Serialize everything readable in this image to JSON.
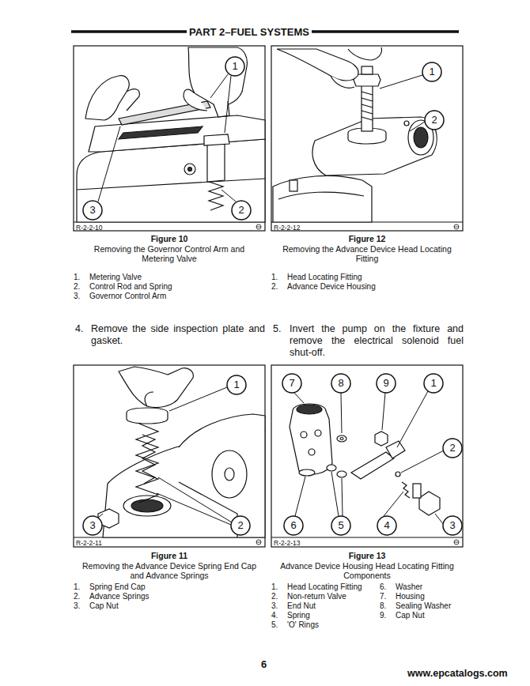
{
  "diagram": {
    "title": "PART 2–FUEL SYSTEMS",
    "labels": [
      "1",
      "3",
      "2",
      "R-2-2-10",
      "Figure 10",
      "Removing the Governor Control Arm and Metering Valve",
      "1.",
      "Metering Valve",
      "2.",
      "Control Rod and Spring",
      "3.",
      "Governor Control Arm",
      "1",
      "2",
      "R-2-2-12",
      "Figure 12",
      "Removing the Advance Device Head Locating Fitting",
      "1.",
      "Head Locating Fitting",
      "2.",
      "Advance Device Housing",
      "4.",
      "Remove the side inspection plate and gasket.",
      "5.",
      "Invert the pump on the fixture and remove the electrical solenoid fuel shut-off.",
      "1",
      "3",
      "2",
      "R-2-2-11",
      "Figure 11",
      "Removing the Advance Device Spring End Cap and Advance Springs",
      "1.",
      "Spring End Cap",
      "2.",
      "Advance Springs",
      "3.",
      "Cap Nut",
      "7",
      "8",
      "9",
      "1",
      "2",
      "6",
      "5",
      "4",
      "3",
      "R-2-2-13",
      "Figure 13",
      "Advance Device Housing Head Locating Fitting Components",
      "1.",
      "Head Locating Fitting",
      "2.",
      "Non-return Valve",
      "3.",
      "End Nut",
      "4.",
      "Spring",
      "5.",
      "'O' Rings",
      "6.",
      "Washer",
      "7.",
      "Housing",
      "8.",
      "Sealing Washer",
      "9.",
      "Cap Nut",
      "6",
      "www.epcatalogs.com"
    ]
  }
}
